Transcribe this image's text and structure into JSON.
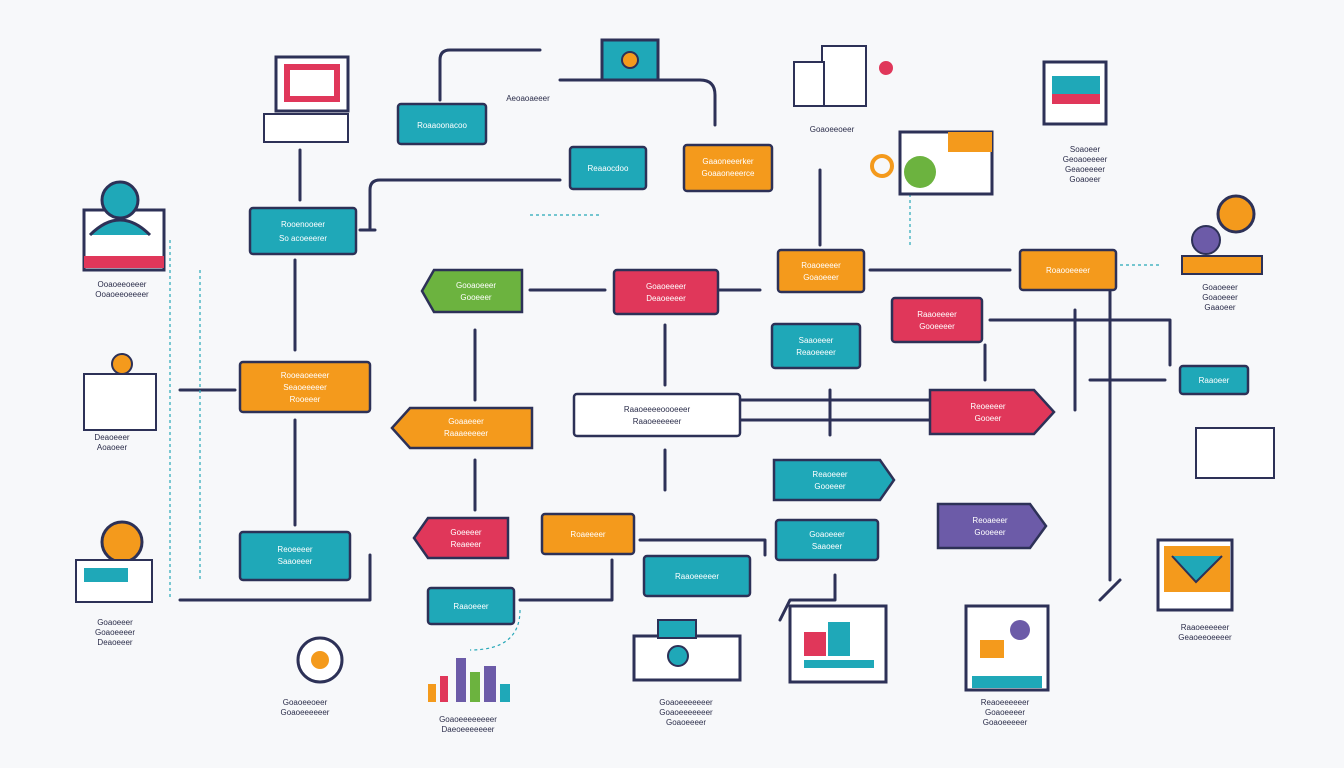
{
  "colors": {
    "teal": "#1fa8b8",
    "orange": "#f49a1c",
    "red": "#e0375a",
    "green": "#6cb33f",
    "purple": "#6c5ba8",
    "navy": "#2d3157",
    "white": "#ffffff"
  },
  "nodes": [
    {
      "color": "teal",
      "lines": [
        "Roaaoonacoo"
      ]
    },
    {
      "color": "teal",
      "lines": [
        "Reaaocdoo"
      ]
    },
    {
      "color": "orange",
      "lines": [
        "Gaaoneeerker",
        "Goaaoneeerce"
      ]
    },
    {
      "color": "teal",
      "lines": [
        "Rooenooeer",
        "So acoeeerer"
      ]
    },
    {
      "color": "green",
      "lines": [
        "Gooaoeeer",
        "Gooeeer"
      ]
    },
    {
      "color": "red",
      "lines": [
        "Goaoeeeer",
        "Deaoeeeer"
      ]
    },
    {
      "color": "orange",
      "lines": [
        "Roaoeeeer",
        "Goaoeeer"
      ]
    },
    {
      "color": "orange",
      "lines": [
        "Roaooeeeer"
      ]
    },
    {
      "color": "red",
      "lines": [
        "Raaoeeeer",
        "Gooeeeer"
      ]
    },
    {
      "color": "teal",
      "lines": [
        "Saaoeeer",
        "Reaoeeeer"
      ]
    },
    {
      "color": "orange",
      "lines": [
        "Rooeaoeeeer",
        "Seaoeeeeer",
        "Rooeeer"
      ]
    },
    {
      "color": "orange",
      "lines": [
        "Goaaeeer",
        "Raaaeeeeer"
      ]
    },
    {
      "color": "white",
      "lines": [
        "Raaoeeeeoooeeer",
        "Raaoeeeeeer"
      ]
    },
    {
      "color": "red",
      "lines": [
        "Reoeeeer",
        "Gooeer"
      ]
    },
    {
      "color": "teal",
      "lines": [
        "Raaoeer"
      ]
    },
    {
      "color": "teal",
      "lines": [
        "Reaoeeer",
        "Gooeeer"
      ]
    },
    {
      "color": "red",
      "lines": [
        "Goeeeer",
        "Reaeeer"
      ]
    },
    {
      "color": "orange",
      "lines": [
        "Roaeeeer"
      ]
    },
    {
      "color": "teal",
      "lines": [
        "Goaoeeer",
        "Saaoeer"
      ]
    },
    {
      "color": "purple",
      "lines": [
        "Reoaeeer",
        "Gooeeer"
      ]
    },
    {
      "color": "teal",
      "lines": [
        "Reoeeeer",
        "Saaoeeer"
      ]
    },
    {
      "color": "teal",
      "lines": [
        "Raaoeeeeer"
      ]
    },
    {
      "color": "teal",
      "lines": [
        "Raaoeeer"
      ]
    }
  ],
  "captions": [
    {
      "lines": [
        "Aeoaoaeeer"
      ]
    },
    {
      "lines": [
        "Goaoeeoeer"
      ]
    },
    {
      "lines": [
        "Soaoeer",
        "Geoaoeeeer",
        "Geaoeeeer",
        "Goaoeer"
      ]
    },
    {
      "lines": [
        "Ooaoeeoeeer",
        "Ooaoeeoeeeer"
      ]
    },
    {
      "lines": [
        "Goaoeeer",
        "Goaoeeer",
        "Gaaoeer"
      ]
    },
    {
      "lines": [
        "Deaoeeer",
        "Aoaoeer"
      ]
    },
    {
      "lines": [
        "Goaoeeer",
        "Goaoeeeer",
        "Deaoeeer"
      ]
    },
    {
      "lines": [
        "Raaoeeeeeer",
        "Geaoeeoeeeer"
      ]
    },
    {
      "lines": [
        "Goaoeeoeer",
        "Goaoeeeeeer"
      ]
    },
    {
      "lines": [
        "Goaoeeeeeeeer",
        "Daeoeeeeeeer"
      ]
    },
    {
      "lines": [
        "Goaoeeeeeeer",
        "Goaoeeeeeeer",
        "Goaoeeeer"
      ]
    },
    {
      "lines": [
        "Reaoeeeeeer",
        "Goaoeeeer",
        "Goaoeeeeer"
      ]
    }
  ]
}
